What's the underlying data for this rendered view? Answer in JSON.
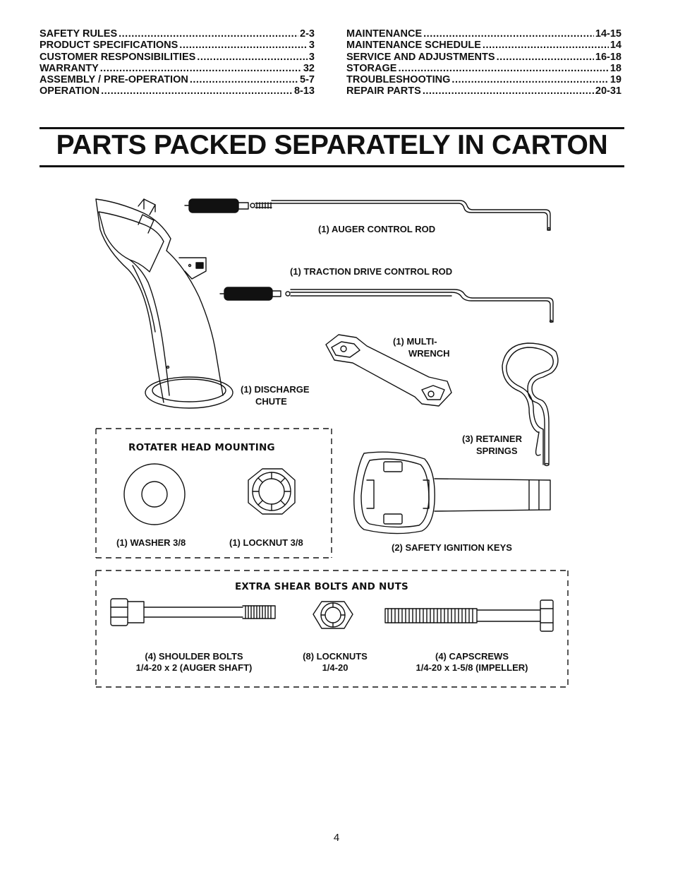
{
  "toc": {
    "left": [
      {
        "title": "SAFETY RULES",
        "page": "2-3"
      },
      {
        "title": "PRODUCT SPECIFICATIONS",
        "page": "3"
      },
      {
        "title": "CUSTOMER RESPONSIBILITIES",
        "page": "3"
      },
      {
        "title": "WARRANTY",
        "page": "32"
      },
      {
        "title": "ASSEMBLY / PRE-OPERATION",
        "page": "5-7"
      },
      {
        "title": "OPERATION",
        "page": "8-13"
      }
    ],
    "right": [
      {
        "title": "MAINTENANCE",
        "page": "14-15"
      },
      {
        "title": "MAINTENANCE SCHEDULE",
        "page": "14"
      },
      {
        "title": "SERVICE AND ADJUSTMENTS",
        "page": "16-18"
      },
      {
        "title": "STORAGE",
        "page": "18"
      },
      {
        "title": "TROUBLESHOOTING",
        "page": "19"
      },
      {
        "title": "REPAIR PARTS",
        "page": "20-31"
      }
    ]
  },
  "heading": "PARTS PACKED SEPARATELY IN CARTON",
  "labels": {
    "auger_rod": "(1) AUGER CONTROL ROD",
    "traction_rod": "(1) TRACTION DRIVE CONTROL ROD",
    "multi_wrench_1": "(1) MULTI-",
    "multi_wrench_2": "WRENCH",
    "chute_1": "(1) DISCHARGE",
    "chute_2": "CHUTE",
    "retainer_1": "(3) RETAINER",
    "retainer_2": "SPRINGS",
    "ignition_keys": "(2) SAFETY IGNITION KEYS",
    "rotater_title": "ROTATER HEAD MOUNTING",
    "washer": "(1) WASHER  3/8",
    "locknut": "(1) LOCKNUT  3/8",
    "shear_title": "EXTRA SHEAR BOLTS AND NUTS",
    "shoulder_1": "(4) SHOULDER BOLTS",
    "shoulder_2": "1/4-20 x 2 (AUGER SHAFT)",
    "locknuts_1": "(8) LOCKNUTS",
    "locknuts_2": "1/4-20",
    "capscrews_1": "(4) CAPSCREWS",
    "capscrews_2": "1/4-20 x 1-5/8 (IMPELLER)"
  },
  "page_number": "4"
}
